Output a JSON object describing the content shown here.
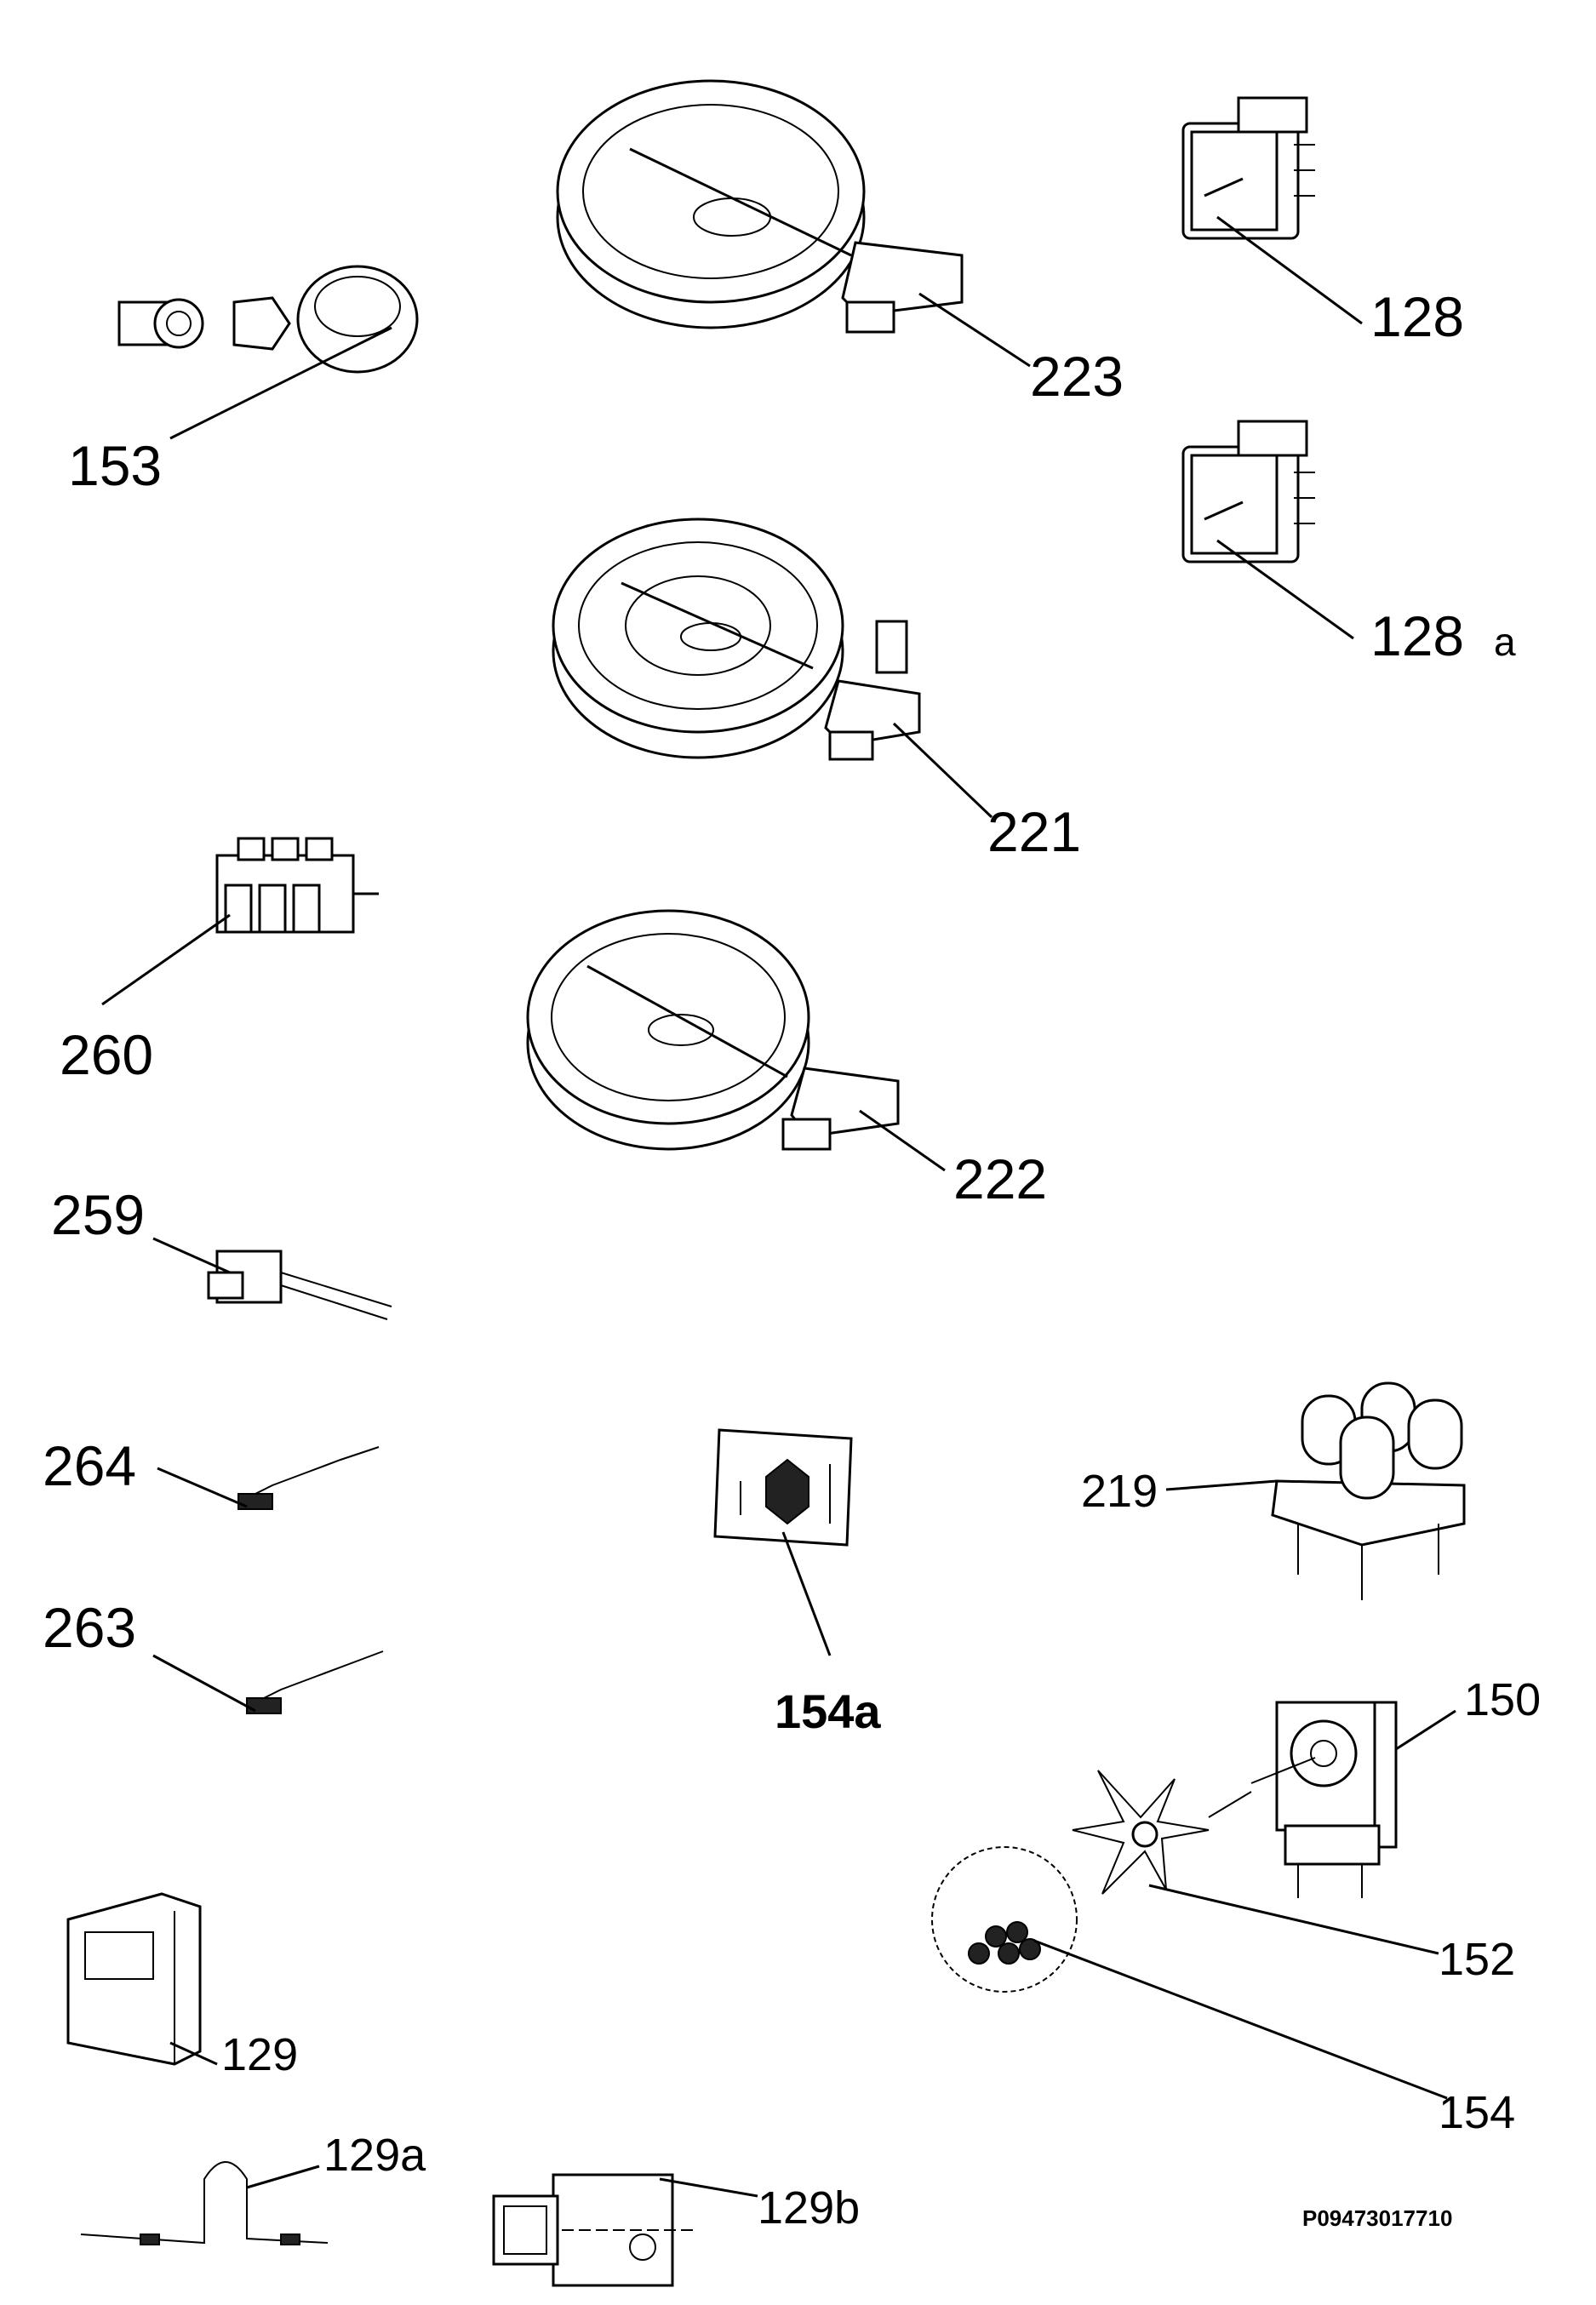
{
  "colors": {
    "ink": "#000000",
    "paper": "#ffffff",
    "shade": "#222222"
  },
  "labels": {
    "p153": "153",
    "p223": "223",
    "p128": "128",
    "p128a_num": "128",
    "p128a_suffix": "a",
    "p221": "221",
    "p260": "260",
    "p222": "222",
    "p259": "259",
    "p264": "264",
    "p154a": "154a",
    "p219": "219",
    "p263": "263",
    "p150": "150",
    "p152": "152",
    "p129": "129",
    "p154": "154",
    "p129a": "129a",
    "p129b": "129b",
    "drawing_id": "P09473017710"
  }
}
